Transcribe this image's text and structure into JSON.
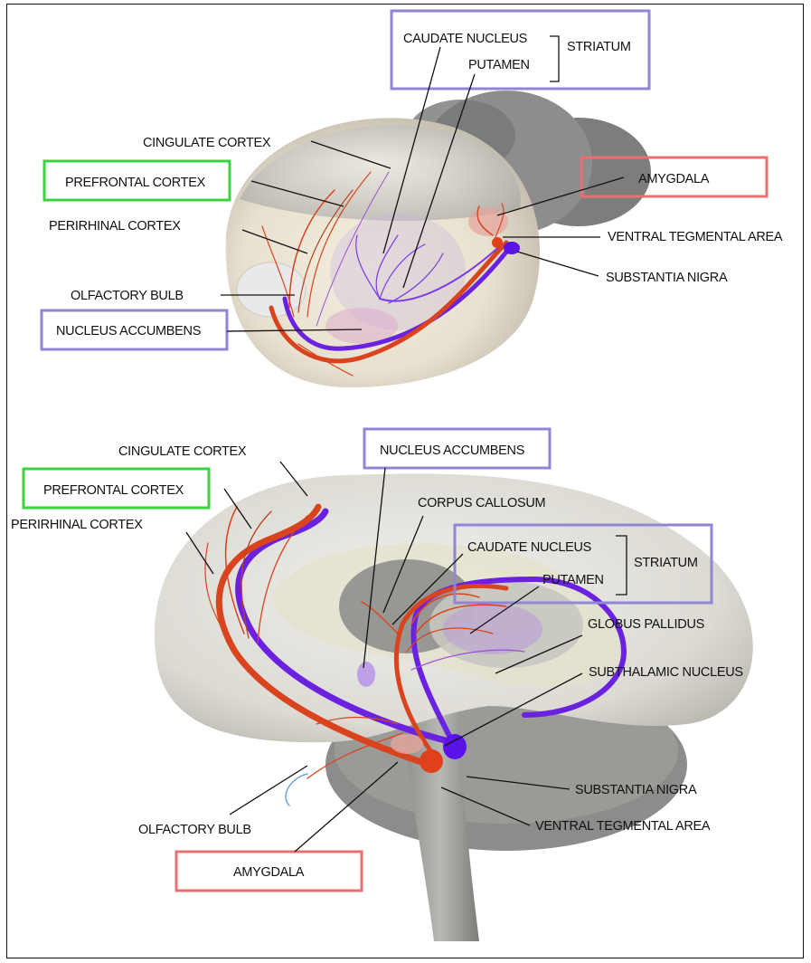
{
  "top": {
    "caudate_nucleus": "CAUDATE NUCLEUS",
    "putamen": "PUTAMEN",
    "striatum": "STRIATUM",
    "cingulate_cortex": "CINGULATE CORTEX",
    "prefrontal_cortex": "PREFRONTAL CORTEX",
    "amygdala": "AMYGDALA",
    "perirhinal_cortex": "PERIRHINAL CORTEX",
    "ventral_tegmental_area": "VENTRAL TEGMENTAL AREA",
    "substantia_nigra": "SUBSTANTIA NIGRA",
    "olfactory_bulb": "OLFACTORY BULB",
    "nucleus_accumbens": "NUCLEUS ACCUMBENS"
  },
  "bottom": {
    "cingulate_cortex": "CINGULATE CORTEX",
    "nucleus_accumbens": "NUCLEUS ACCUMBENS",
    "prefrontal_cortex": "PREFRONTAL CORTEX",
    "corpus_callosum": "CORPUS CALLOSUM",
    "perirhinal_cortex": "PERIRHINAL CORTEX",
    "caudate_nucleus": "CAUDATE NUCLEUS",
    "striatum": "STRIATUM",
    "putamen": "PUTAMEN",
    "globus_pallidus": "GLOBUS PALLIDUS",
    "subthalamic_nucleus": "SUBTHALAMIC NUCLEUS",
    "substantia_nigra": "SUBSTANTIA  NIGRA",
    "olfactory_bulb": "OLFACTORY BULB",
    "ventral_tegmental_area": "VENTRAL TEGMENTAL AREA",
    "amygdala": "AMYGDALA"
  },
  "colors": {
    "box_purple": "#8f86d6",
    "box_green": "#3fd23f",
    "box_red": "#e86f74",
    "dopamine_red": "#d9441f",
    "dopamine_purple": "#6a22e0"
  }
}
